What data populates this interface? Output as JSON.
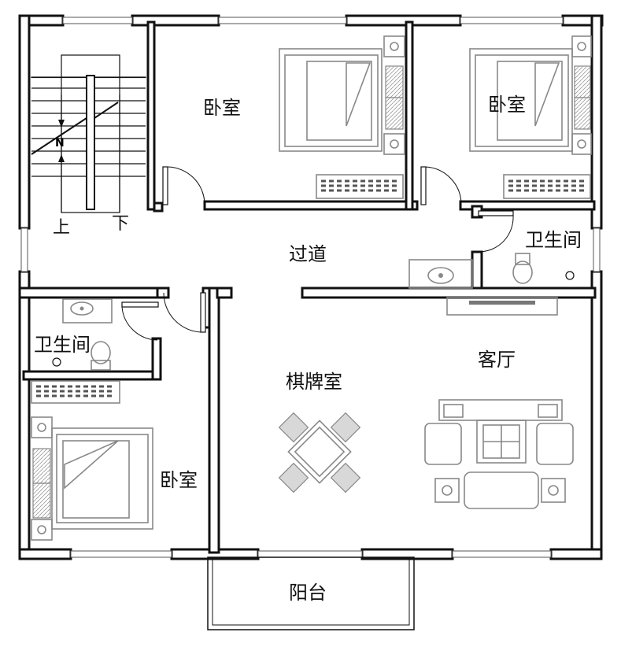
{
  "rooms": {
    "bedroom_top_left": "卧室",
    "bedroom_top_right": "卧室",
    "bedroom_bottom_left": "卧室",
    "bathroom_right": "卫生间",
    "bathroom_left": "卫生间",
    "corridor": "过道",
    "mahjong_room": "棋牌室",
    "living_room": "客厅",
    "balcony": "阳台"
  },
  "stairs": {
    "up_label": "上",
    "down_label": "下"
  }
}
